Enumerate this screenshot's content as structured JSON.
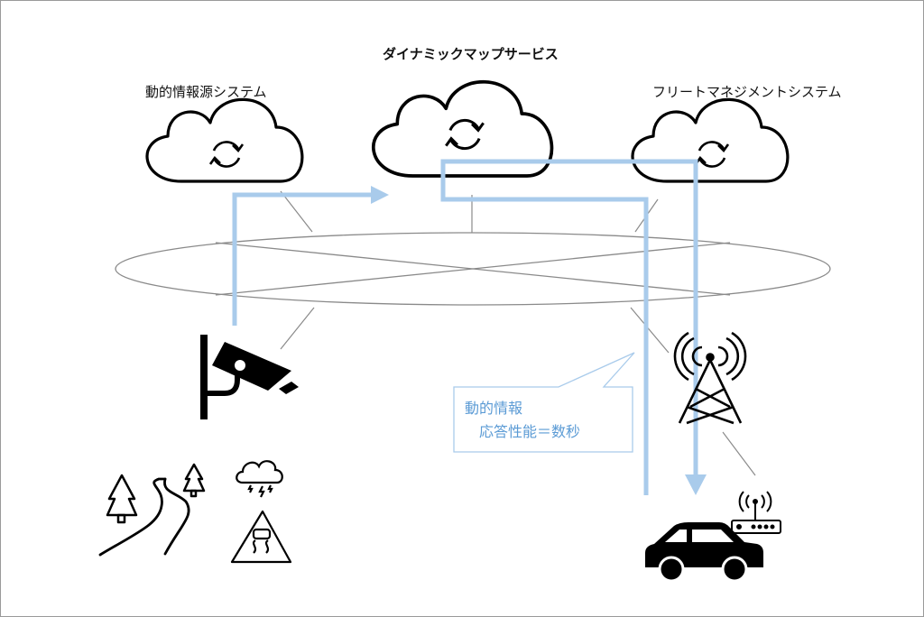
{
  "title": "ダイナミックマップサービス",
  "systems": {
    "source": {
      "label": "動的情報源システム",
      "icon": "cloud-sync-icon"
    },
    "dynamic_map": {
      "label": "ダイナミックマップサービス",
      "icon": "cloud-sync-icon"
    },
    "fleet": {
      "label": "フリートマネジメントシステム",
      "icon": "cloud-sync-icon"
    }
  },
  "network": {
    "icon": "network-ring"
  },
  "devices": [
    {
      "name": "surveillance-camera",
      "icon": "cctv-camera-icon"
    },
    {
      "name": "cell-tower",
      "icon": "antenna-tower-icon"
    },
    {
      "name": "vehicle",
      "icon": "car-icon"
    },
    {
      "name": "onboard-router",
      "icon": "wifi-router-icon"
    },
    {
      "name": "road",
      "icon": "winding-road-icon"
    },
    {
      "name": "weather",
      "icon": "thunder-cloud-icon"
    },
    {
      "name": "slippery-road",
      "icon": "slippery-road-sign-icon"
    }
  ],
  "callout": {
    "line1": "動的情報",
    "line2": "応答性能＝数秒"
  },
  "colors": {
    "flow": "#a9cbeb",
    "callout_text": "#5b9bd5",
    "network": "#8a8a8a",
    "icon": "#000000"
  }
}
